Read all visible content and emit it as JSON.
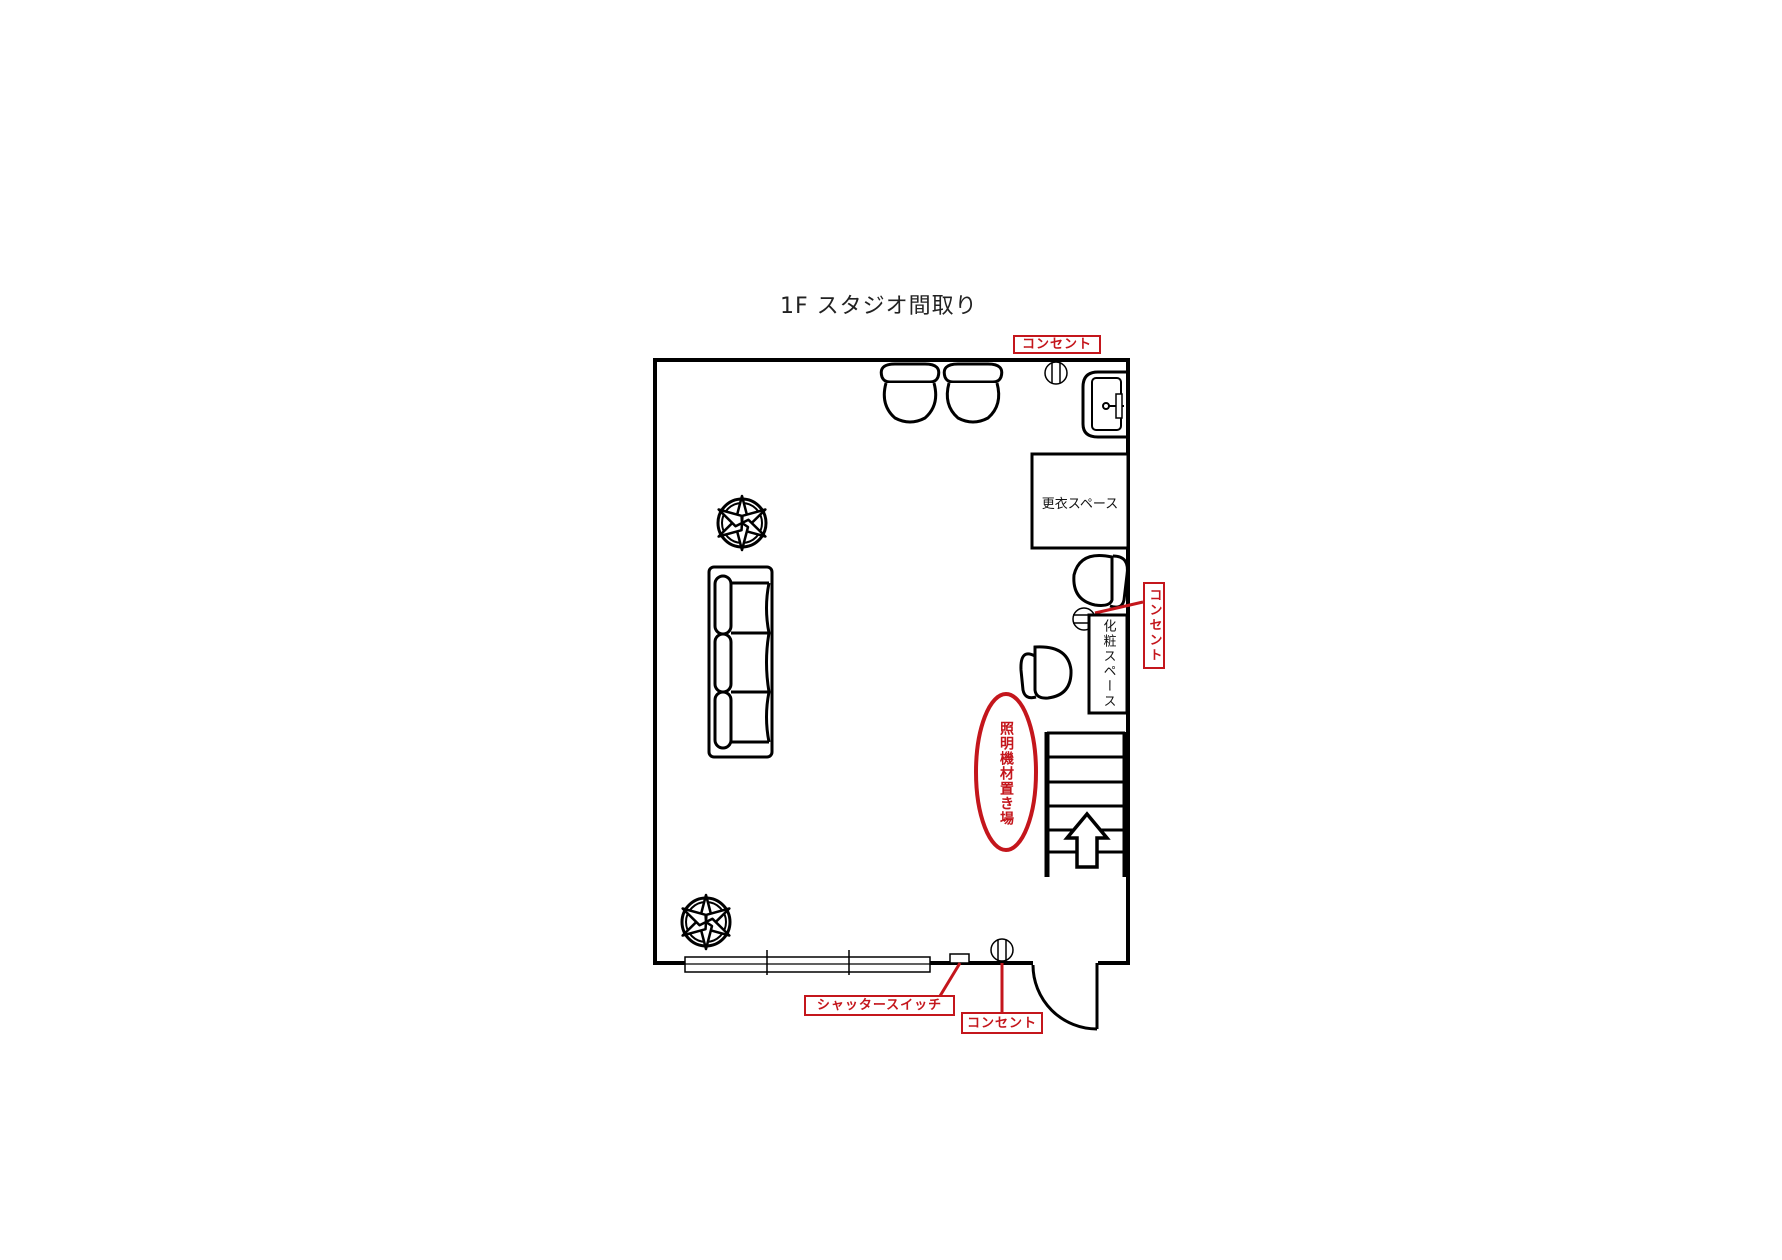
{
  "title": "1F スタジオ間取り",
  "colors": {
    "wall": "#000000",
    "annotation": "#c4161c",
    "background": "#ffffff"
  },
  "rooms": {
    "changing_space": "更衣スペース",
    "makeup_space": "化粧スペース",
    "lighting_storage": "照明機材置き場"
  },
  "annotations": {
    "outlet_top": "コンセント",
    "outlet_right": "コンセント",
    "outlet_bottom": "コンセント",
    "shutter_switch": "シャッタースイッチ"
  },
  "legend_icons": [
    "chair-icon",
    "sofa-icon",
    "light-stand-icon",
    "sink-icon",
    "outlet-icon",
    "stairs-icon",
    "door-icon",
    "shutter-icon",
    "up-arrow-icon"
  ]
}
